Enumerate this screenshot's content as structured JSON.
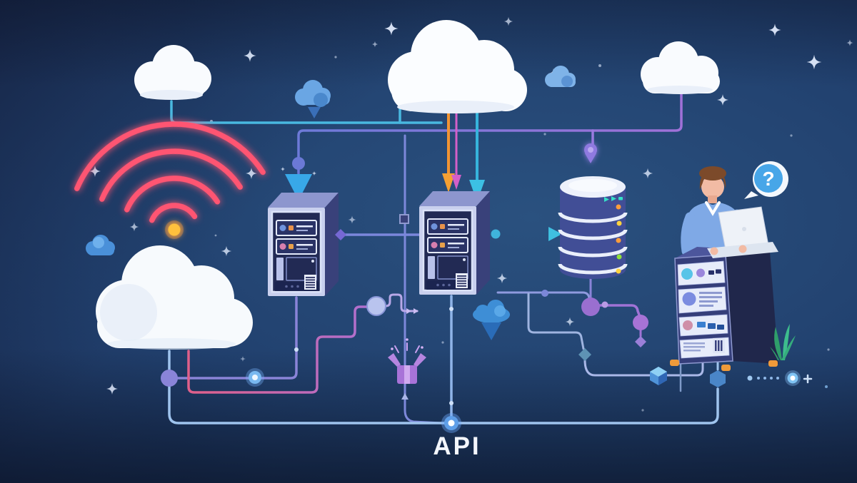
{
  "labels": {
    "api": "API",
    "question_mark": "?"
  },
  "palette": {
    "background_top": "#1a2746",
    "background_mid": "#2a517f",
    "background_bottom": "#131f3a",
    "wifi_neon_pink": "#ff5572",
    "wifi_dot_orange": "#ffc13d",
    "line_cyan": "#49b8e0",
    "line_indigo": "#7b85dc",
    "line_purple": "#a073d6",
    "line_pink": "#e0608a",
    "line_lightblue": "#9fc4ee",
    "arrow_orange": "#f5a033",
    "arrow_magenta": "#d45fc8",
    "arrow_teal": "#3cc0e4",
    "arrow_blue": "#38a8e8",
    "cloud_white": "#f9fbfe",
    "cloud_small_blue": "#4a90d9",
    "server_frame": "#c9d0ee",
    "server_inner": "#252d5a",
    "database_body": "#414e96",
    "kiosk_front": "#353e7a",
    "kiosk_side": "#21284e",
    "panel_light": "#e7ecfa",
    "led_orange": "#ff9d3b",
    "led_yellow": "#ffd23e",
    "led_green": "#8fe03a",
    "ticker_teal": "#35e0c8",
    "sweater_blue": "#7fa9e6",
    "skin": "#f2bba4",
    "hair_brown": "#7c4a2a",
    "bubble_blue": "#47a6e8",
    "plant_green": "#35ad7d",
    "feet_orange": "#ef9a3a",
    "surprise_box_purple": "#a873d8"
  },
  "icons": [
    {
      "name": "wifi-signal-icon",
      "shape": "four neon arcs over glowing dot",
      "color": "#ff5572"
    },
    {
      "name": "cloud-icon",
      "count": 4,
      "shape": "white cumulus cloud",
      "color": "#f9fbfe"
    },
    {
      "name": "rain-cloud-icon",
      "count": 3,
      "shape": "small blue cloud",
      "color": "#4a90d9"
    },
    {
      "name": "cloud-download-icon",
      "shape": "blue cloud with down triangle",
      "color": "#3e8ed6"
    },
    {
      "name": "server-tower-icon",
      "count": 2,
      "shape": "isometric server cabinet with panels and barcode",
      "color": "#c9d0ee"
    },
    {
      "name": "database-icon",
      "shape": "stacked cylinder with LED dots",
      "color": "#414e96"
    },
    {
      "name": "kiosk-terminal-icon",
      "shape": "tall cabinet with four light panels and orange feet",
      "color": "#353e7a"
    },
    {
      "name": "person-figure",
      "shape": "man in blue sweater using laptop",
      "color": "#7fa9e6"
    },
    {
      "name": "laptop-icon",
      "shape": "open white laptop",
      "color": "#eef2f8"
    },
    {
      "name": "question-bubble-icon",
      "shape": "blue circle speech bubble with question mark",
      "color": "#47a6e8"
    },
    {
      "name": "surprise-box-icon",
      "shape": "purple box with confetti",
      "color": "#a873d8"
    },
    {
      "name": "plant-icon",
      "shape": "green grass blades",
      "color": "#35ad7d"
    },
    {
      "name": "sparkle-star",
      "shape": "four point sparkle",
      "color": "#dfe9fb"
    },
    {
      "name": "connector-node",
      "shape": "circle / diamond / hexagon junction dots",
      "color": "#8a84d8"
    },
    {
      "name": "teardrop-marker",
      "shape": "purple pin pointing at database",
      "color": "#8f7ae0"
    }
  ],
  "scene": {
    "type": "cloud-api-architecture-illustration",
    "elements": [
      "top-left-cloud",
      "top-center-cloud",
      "top-right-cloud",
      "bottom-left-cloud",
      "wifi-signal",
      "server-tower-1",
      "server-tower-2",
      "database-cylinder",
      "person-at-kiosk",
      "question-bubble",
      "connector-network",
      "api-label"
    ]
  }
}
